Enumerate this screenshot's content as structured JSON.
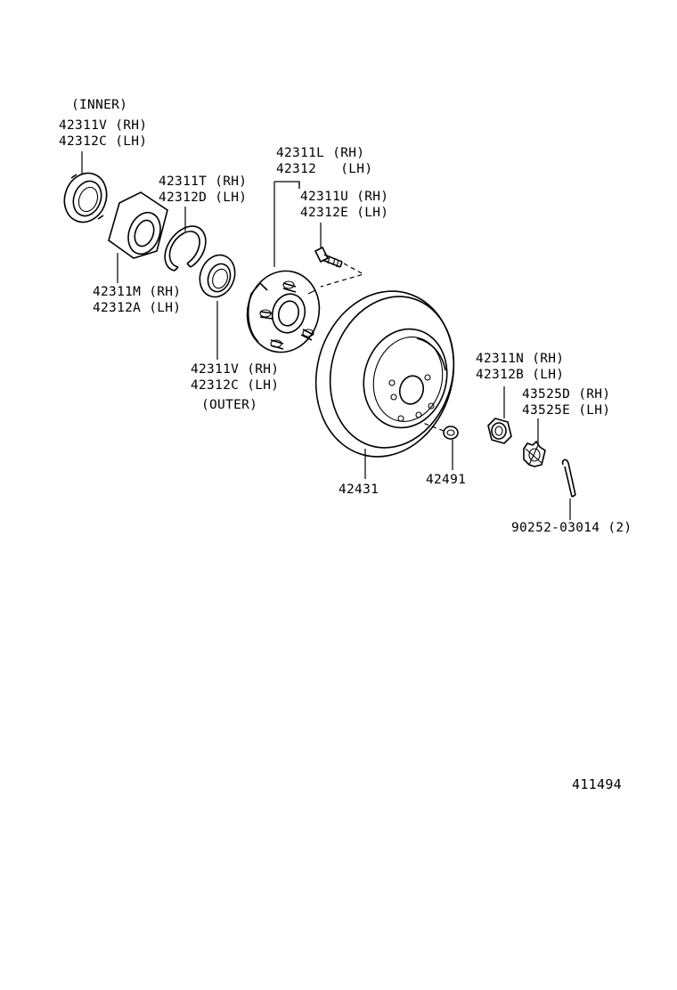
{
  "labels": {
    "inner_tag": "(INNER)",
    "seal_inner_rh": "42311V (RH)",
    "seal_inner_lh": "42312C (LH)",
    "snap_ring_rh": "42311T (RH)",
    "snap_ring_lh": "42312D (LH)",
    "hub_rh": "42311L (RH)",
    "hub_lh": "42312   (LH)",
    "hub_bolt_rh": "42311U (RH)",
    "hub_bolt_lh": "42312E (LH)",
    "bearing_rh": "42311M (RH)",
    "bearing_lh": "42312A (LH)",
    "seal_outer_rh": "42311V (RH)",
    "seal_outer_lh": "42312C (LH)",
    "outer_tag": "(OUTER)",
    "disc": "42431",
    "hub_nut_small": "42491",
    "nut_rh": "42311N (RH)",
    "nut_lh": "42312B (LH)",
    "lock_cap_rh": "43525D (RH)",
    "lock_cap_lh": "43525E (LH)",
    "cotter_pin": "90252-03014 (2)",
    "figure_id": "411494"
  }
}
